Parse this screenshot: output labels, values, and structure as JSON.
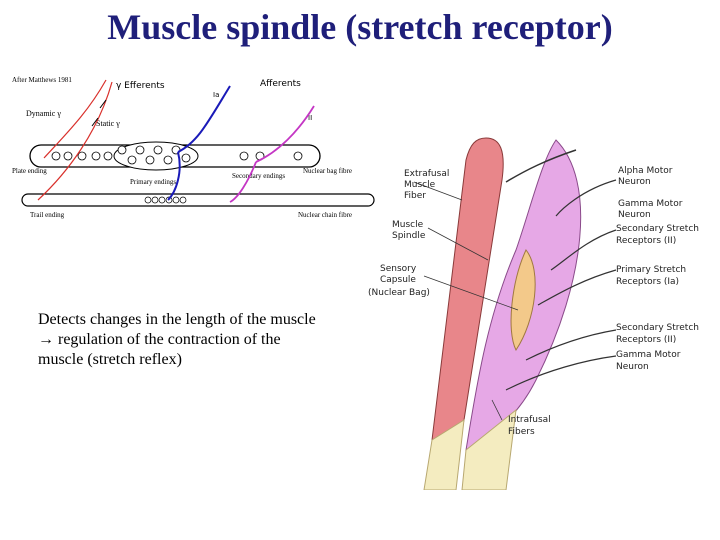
{
  "slide": {
    "title": "Muscle spindle (stretch receptor)",
    "body_lines": [
      "Detects changes in the length of the muscle",
      "→ regulation of the contraction of the",
      "muscle (stretch reflex)"
    ]
  },
  "diagram1": {
    "source": "After Matthews 1981",
    "labels": {
      "efferents": "γ Efferents",
      "afferents": "Afferents",
      "dynamic": "Dynamic γ",
      "static": "Static γ",
      "ia": "Ia",
      "ii": "II",
      "plate_ending": "Plate ending",
      "primary_endings": "Primary endings",
      "secondary_endings": "Secondary endings",
      "nuclear_bag": "Nuclear bag fibre",
      "trail_ending": "Trail ending",
      "nuclear_chain": "Nuclear chain fibre"
    }
  },
  "diagram2": {
    "labels": {
      "extrafusal": [
        "Extrafusal",
        "Muscle",
        "Fiber"
      ],
      "muscle_spindle": [
        "Muscle",
        "Spindle"
      ],
      "sensory_capsule": [
        "Sensory",
        "Capsule",
        "(Nuclear Bag)"
      ],
      "alpha_motor": [
        "Alpha Motor",
        "Neuron"
      ],
      "gamma_motor_top": [
        "Gamma Motor",
        "Neuron"
      ],
      "secondary_top": [
        "Secondary Stretch",
        "Receptors (II)"
      ],
      "primary": [
        "Primary Stretch",
        "Receptors (Ia)"
      ],
      "secondary_bottom": [
        "Secondary Stretch",
        "Receptors (II)"
      ],
      "gamma_motor_bottom": [
        "Gamma Motor",
        "Neuron"
      ],
      "intrafusal": [
        "Intrafusal",
        "Fibers"
      ]
    }
  },
  "colors": {
    "title": "#1f1f7a",
    "efferent": "#d9302b",
    "ia_afferent": "#1a1ab8",
    "ii_afferent": "#c436c4",
    "extrafusal_fiber": "#e8868a",
    "spindle": "#e6a8e6",
    "nuclear_bag": "#f3c98a"
  }
}
